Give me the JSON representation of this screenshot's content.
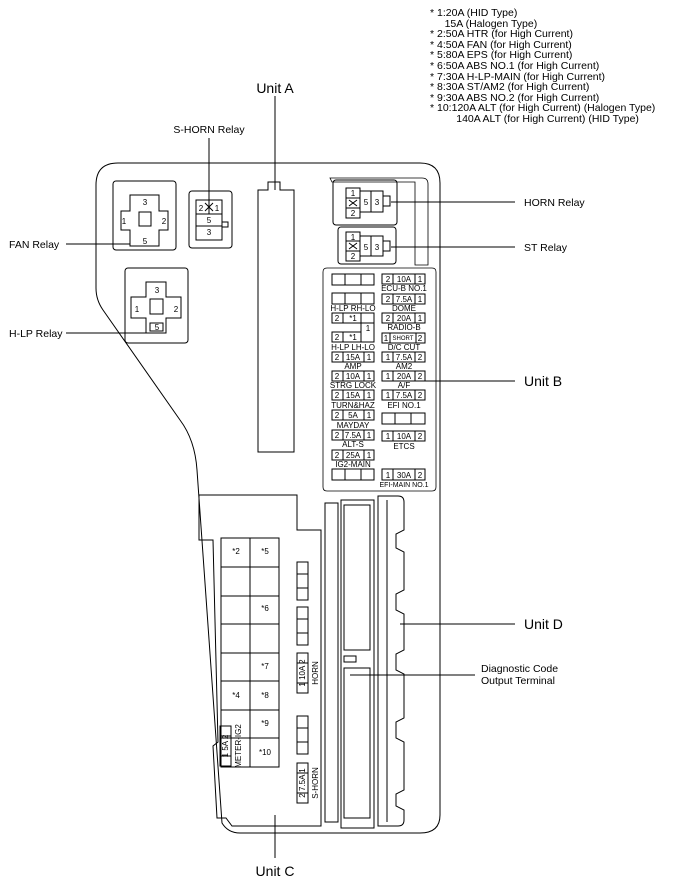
{
  "notes": [
    "* 1:20A (HID Type)",
    "     15A (Halogen Type)",
    "* 2:50A HTR (for High Current)",
    "* 4:50A FAN (for High Current)",
    "* 5:80A EPS (for High Current)",
    "* 6:50A ABS NO.1 (for High Current)",
    "* 7:30A H-LP-MAIN (for High Current)",
    "* 8:30A ST/AM2 (for High Current)",
    "* 9:30A ABS NO.2 (for High Current)",
    "* 10:120A ALT (for High Current) (Halogen Type)",
    "         140A ALT (for High Current) (HID Type)"
  ],
  "callouts": {
    "unit_a": "Unit A",
    "s_horn_relay": "S-HORN Relay",
    "fan_relay": "FAN Relay",
    "h_lp_relay": "H-LP Relay",
    "horn_relay": "HORN Relay",
    "st_relay": "ST Relay",
    "unit_b": "Unit B",
    "unit_c": "Unit C",
    "unit_d": "Unit D",
    "diag_line1": "Diagnostic Code",
    "diag_line2": "Output Terminal"
  },
  "relay_pins": {
    "fan": [
      "3",
      "1",
      "2",
      "5"
    ],
    "hlp": [
      "3",
      "1",
      "2",
      "5"
    ],
    "shorn": [
      "2",
      "1",
      "5",
      "3"
    ],
    "horn": [
      "1",
      "5",
      "3",
      "2"
    ],
    "st": [
      "1",
      "5",
      "3",
      "2"
    ]
  },
  "unit_b": {
    "ecu_b": {
      "left": "2",
      "amp": "10A",
      "right": "1",
      "name": "ECU-B NO.1"
    },
    "hlp_rh": "H-LP RH-LO",
    "dome": {
      "left": "2",
      "amp": "7.5A",
      "right": "1",
      "name": "DOME"
    },
    "star1a": {
      "left": "2",
      "mid": "*1",
      "right": "1"
    },
    "radio": {
      "left": "2",
      "amp": "20A",
      "right": "1",
      "name": "RADIO-B"
    },
    "star1b": {
      "left": "2",
      "mid": "*1"
    },
    "hlp_lh": "H-LP LH-LO",
    "short_pin": {
      "left": "1",
      "amp": "SHORT",
      "right": "2",
      "name": "D/C CUT"
    },
    "amp": {
      "left": "2",
      "amp": "15A",
      "right": "1",
      "name": "AMP"
    },
    "am2": {
      "left": "1",
      "amp": "7.5A",
      "right": "2",
      "name": "AM2"
    },
    "strg": {
      "left": "2",
      "amp": "10A",
      "right": "1",
      "name": "STRG LOCK"
    },
    "af": {
      "left": "1",
      "amp": "20A",
      "right": "2",
      "name": "A/F"
    },
    "turn": {
      "left": "2",
      "amp": "15A",
      "right": "1",
      "name": "TURN&HAZ"
    },
    "efi1": {
      "left": "1",
      "amp": "7.5A",
      "right": "2",
      "name": "EFI NO.1"
    },
    "mayday": {
      "left": "2",
      "amp": "5A",
      "right": "1",
      "name": "MAYDAY"
    },
    "alts": {
      "left": "2",
      "amp": "7.5A",
      "right": "1",
      "name": "ALT-S"
    },
    "etcs": {
      "left": "1",
      "amp": "10A",
      "right": "2",
      "name": "ETCS"
    },
    "ig2": {
      "left": "2",
      "amp": "25A",
      "right": "1",
      "name": "IG2-MAIN"
    },
    "efi_main": {
      "left": "1",
      "amp": "30A",
      "right": "2",
      "name": "EFI-MAIN NO.1"
    }
  },
  "unit_c": {
    "cells": [
      "*2",
      "*5",
      "*6",
      "*7",
      "*4",
      "*8",
      "*9",
      "*10"
    ],
    "horn": {
      "pins": "1 10A 2",
      "name": "HORN"
    },
    "meter": {
      "pins": "1 5A 2",
      "name": "METER-IG2"
    },
    "s_horn": {
      "pins": "2 7.5A 1",
      "name": "S-HORN"
    }
  }
}
